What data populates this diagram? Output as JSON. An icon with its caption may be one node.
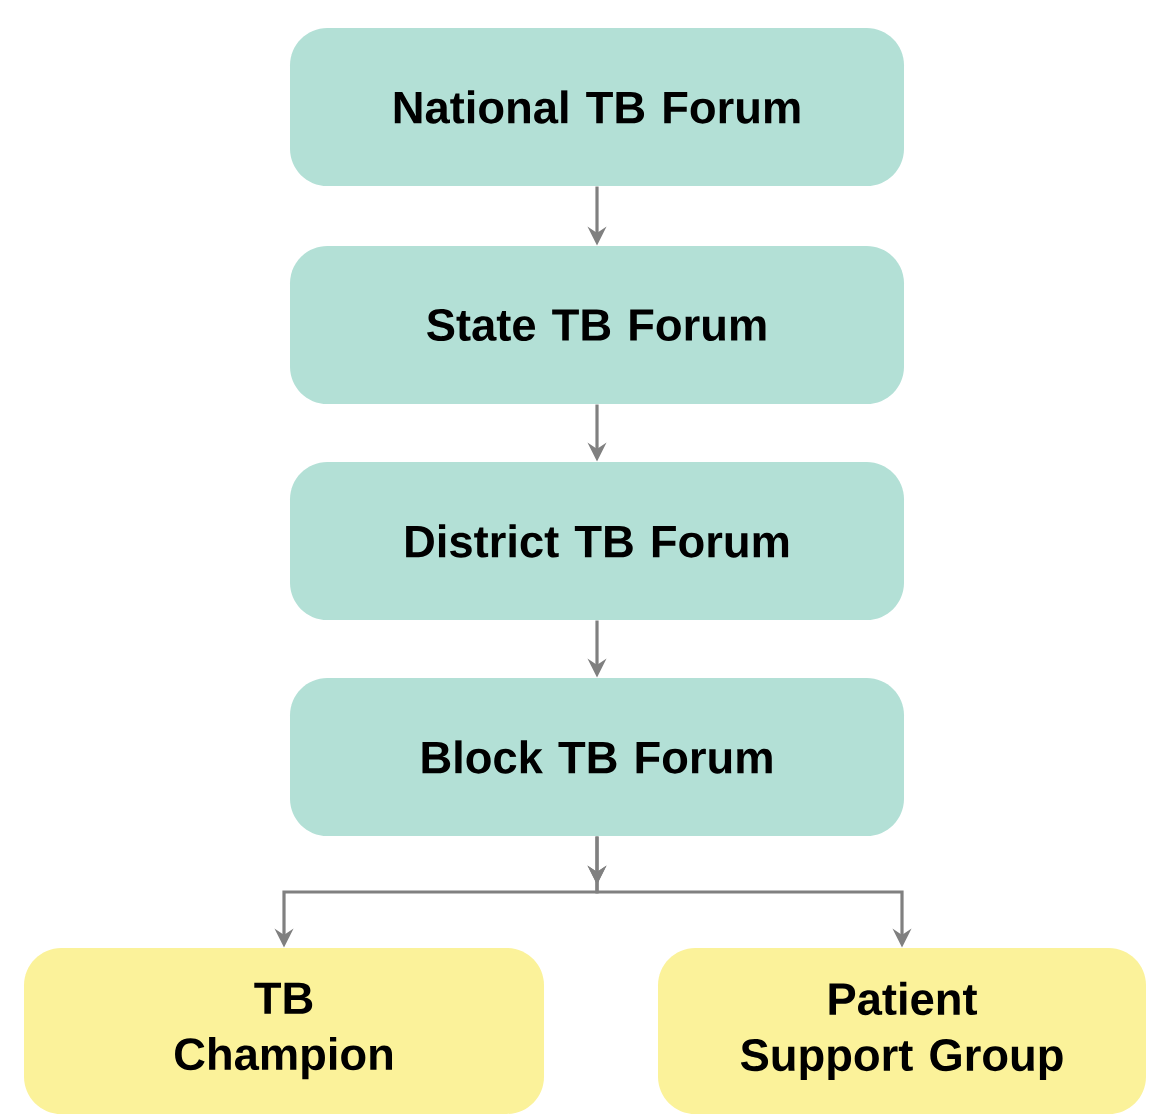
{
  "diagram": {
    "nodes": [
      {
        "text": [
          "National TB Forum"
        ]
      },
      {
        "text": [
          "State TB Forum"
        ]
      },
      {
        "text": [
          "District TB Forum"
        ]
      },
      {
        "text": [
          "Block TB Forum"
        ]
      },
      {
        "text": [
          "TB Champion"
        ]
      },
      {
        "text": [
          "Patient Support Group"
        ]
      }
    ],
    "edges": [
      {
        "from": 0,
        "to": 1,
        "arrow": "to"
      },
      {
        "from": 1,
        "to": 2,
        "arrow": "to"
      },
      {
        "from": 2,
        "to": 3,
        "arrow": "to"
      },
      {
        "from": 3,
        "to": 4,
        "arrow": "to"
      },
      {
        "from": 3,
        "to": 5,
        "arrow": "to"
      }
    ]
  }
}
